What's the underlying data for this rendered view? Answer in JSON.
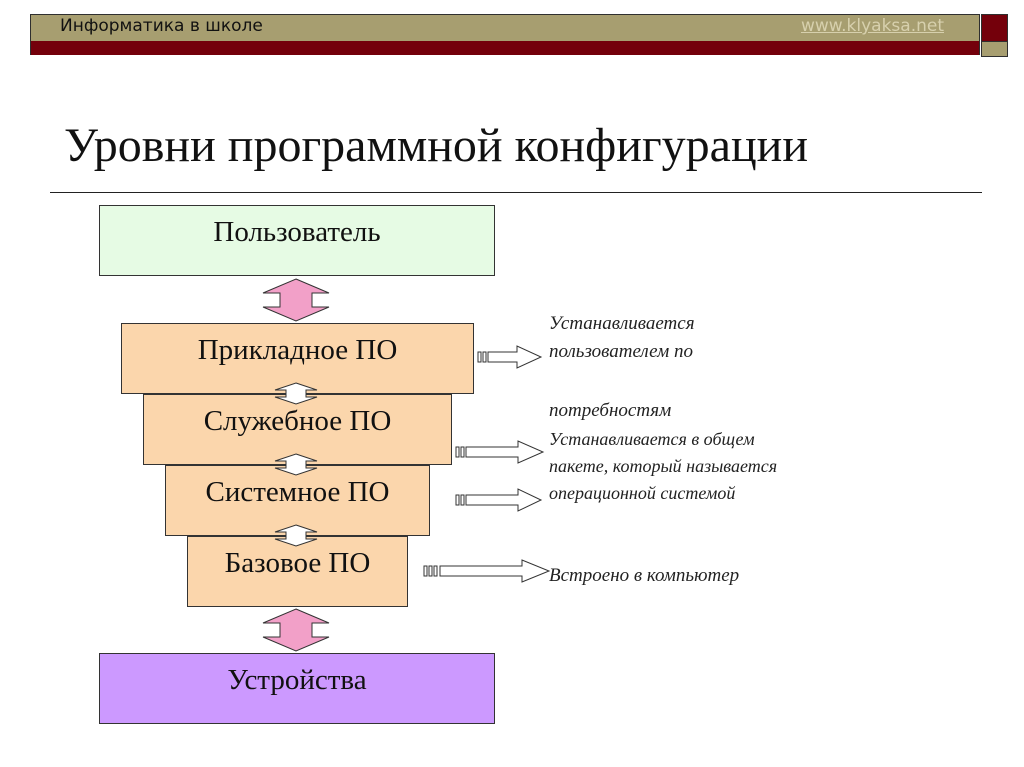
{
  "header": {
    "site_name": "Информатика в школе",
    "site_link": "www.klyaksa.net"
  },
  "title": "Уровни программной конфигурации",
  "diagram": {
    "user": "Пользователь",
    "layers": [
      "Прикладное ПО",
      "Служебное ПО",
      "Системное ПО",
      "Базовое ПО"
    ],
    "devices": "Устройства",
    "notes": {
      "applied_line1": "Устанавливается",
      "applied_line2": "пользователем по",
      "applied_line3": "потребностям",
      "system_line1": "Устанавливается в общем",
      "system_line2": "пакете, который называется",
      "system_line3": "операционной системой",
      "base": "Встроено в компьютер"
    }
  },
  "colors": {
    "header_olive": "#a79e70",
    "header_maroon": "#74000b",
    "user_box": "#e6fbe4",
    "layer_box": "#fbd6ac",
    "devices_box": "#cc99ff",
    "double_arrow": "#f2a0c8"
  }
}
